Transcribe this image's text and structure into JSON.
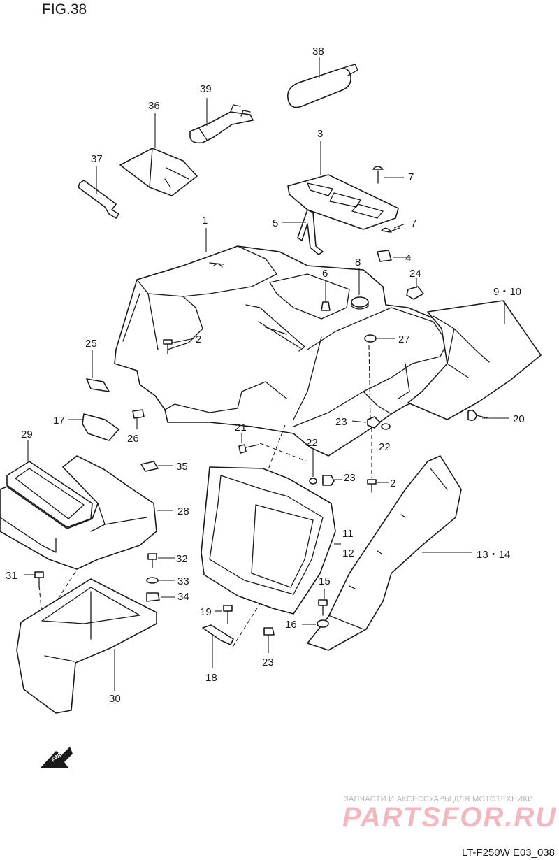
{
  "figure": {
    "title": "FIG.38",
    "code": "LT-F250W E03_038"
  },
  "watermark": {
    "tagline": "ЗАПЧАСТИ И АКСЕССУАРЫ ДЛЯ МОТОТЕХНИКИ",
    "logo": "PARTSFOR.RU"
  },
  "direction_badge": {
    "text": "FWD",
    "icon": "fwd-arrow-icon"
  },
  "callouts": {
    "c1": "1",
    "c2a": "2",
    "c2b": "2",
    "c3": "3",
    "c4": "4",
    "c5": "5",
    "c6": "6",
    "c7a": "7",
    "c7b": "7",
    "c8": "8",
    "c9_10": "9・10",
    "c11_12a": "11",
    "c11_12b": "12",
    "c13_14": "13・14",
    "c15": "15",
    "c16": "16",
    "c17": "17",
    "c18": "18",
    "c19": "19",
    "c20": "20",
    "c21": "21",
    "c22a": "22",
    "c22b": "22",
    "c23a": "23",
    "c23b": "23",
    "c23c": "23",
    "c24": "24",
    "c25": "25",
    "c26": "26",
    "c27": "27",
    "c28": "28",
    "c29": "29",
    "c30": "30",
    "c31": "31",
    "c32": "32",
    "c33": "33",
    "c34": "34",
    "c35": "35",
    "c36": "36",
    "c37": "37",
    "c38": "38",
    "c39": "39"
  },
  "colors": {
    "line": "#1a1a1a",
    "background": "#ffffff",
    "watermark_logo": "#f3b8bf",
    "watermark_text": "#b8b8b8"
  }
}
